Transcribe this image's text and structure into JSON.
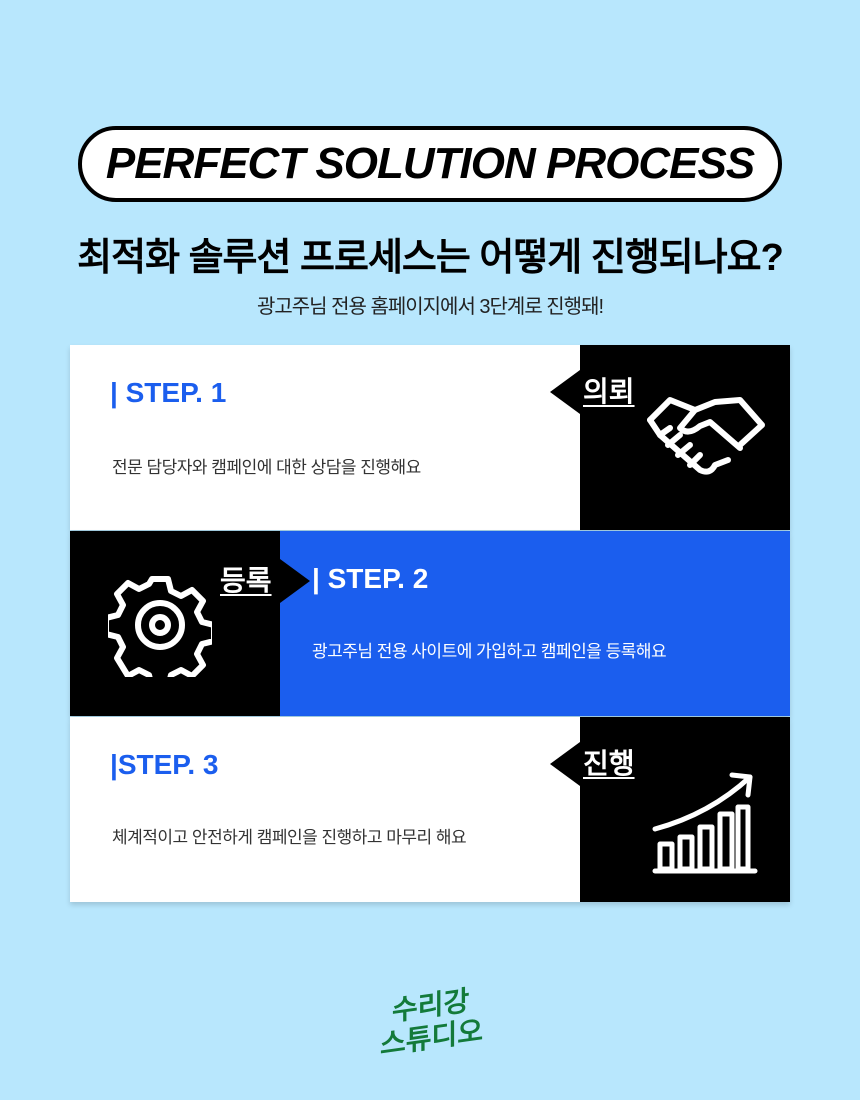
{
  "header": {
    "badge": "PERFECT SOLUTION PROCESS",
    "title": "최적화 솔루션 프로세스는 어떻게 진행되나요?",
    "subtitle": "광고주님 전용 홈페이지에서 3단계로 진행돼!"
  },
  "steps": [
    {
      "label": "STEP. 1",
      "tag": "의뢰",
      "desc": "전문 담당자와 캠페인에 대한 상담을 진행해요",
      "icon": "handshake-icon"
    },
    {
      "label": "STEP. 2",
      "tag": "등록",
      "desc": "광고주님 전용 사이트에 가입하고 캠페인을 등록해요",
      "icon": "gear-icon"
    },
    {
      "label": "STEP. 3",
      "tag": "진행",
      "desc": "체계적이고 안전하게 캠페인을 진행하고 마무리 해요",
      "icon": "growth-chart-icon"
    }
  ],
  "logo": {
    "line1": "수리강",
    "line2": "스튜디오"
  },
  "colors": {
    "background": "#b8e7fd",
    "accent": "#1b5eee",
    "logo": "#137a3a"
  }
}
